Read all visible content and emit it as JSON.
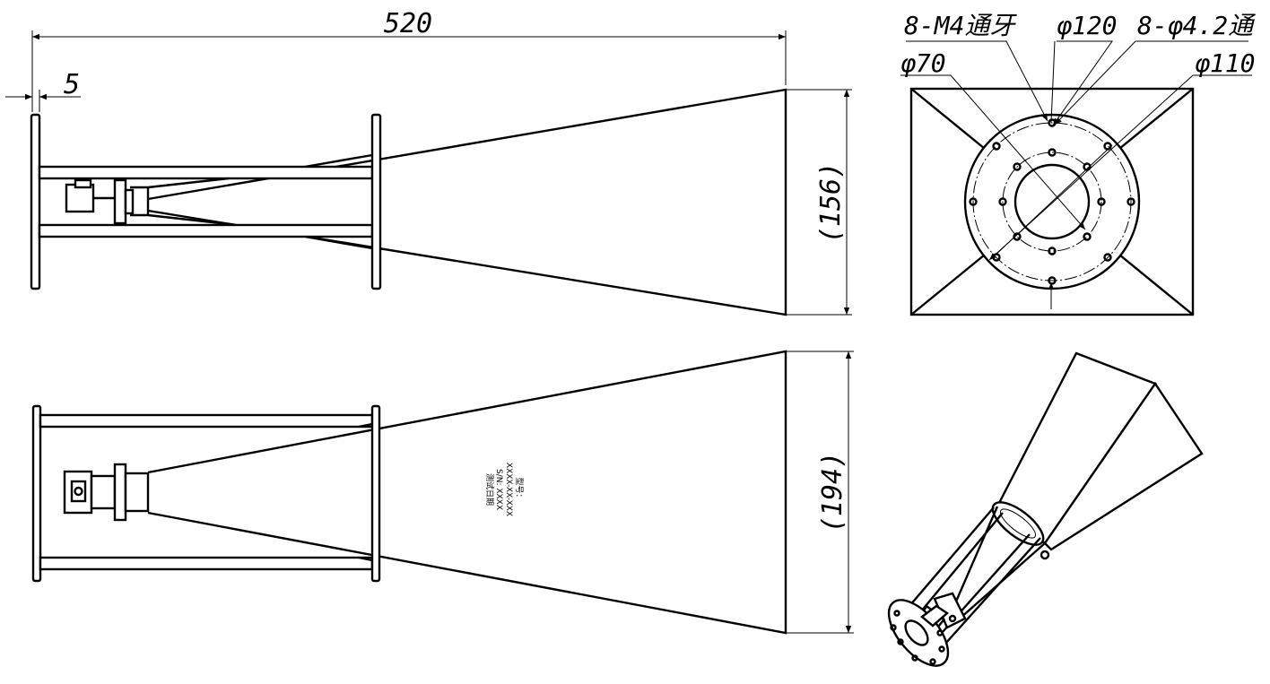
{
  "dimensions": {
    "overall_length": "520",
    "flange_thickness": "5",
    "aperture_height_top": "(156)",
    "aperture_height_side": "(194)"
  },
  "callouts": {
    "threaded_holes": "8-M4通牙",
    "bolt_circle_outer": "φ120",
    "through_holes": "8-φ4.2通",
    "inner_bore": "φ70",
    "bolt_circle_inner": "φ110"
  },
  "nameplate": {
    "line1": "型号：",
    "line2": "XXXX-XX-XXX",
    "line3": "S/N: XXXX",
    "line4": "测试日期"
  },
  "views": {
    "top": "front elevation",
    "flange": "end view",
    "side": "side elevation",
    "iso": "isometric"
  }
}
